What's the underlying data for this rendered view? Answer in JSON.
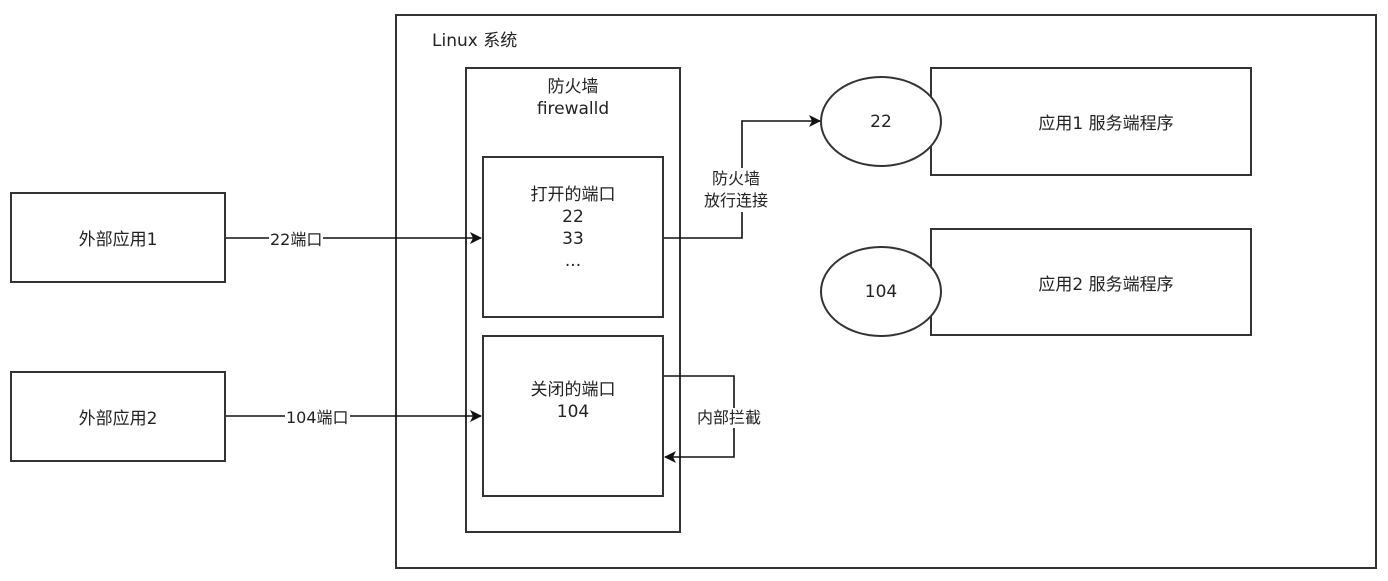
{
  "diagram": {
    "external_apps": [
      {
        "label": "外部应用1",
        "edge_label": "22端口"
      },
      {
        "label": "外部应用2",
        "edge_label": "104端口"
      }
    ],
    "linux_system": {
      "title": "Linux 系统",
      "firewall": {
        "title_line1": "防火墙",
        "title_line2": "firewalld",
        "open_ports": {
          "title": "打开的端口",
          "ports": [
            "22",
            "33",
            "..."
          ]
        },
        "closed_ports": {
          "title": "关闭的端口",
          "ports": [
            "104"
          ]
        }
      },
      "allow_edge_label_line1": "防火墙",
      "allow_edge_label_line2": "放行连接",
      "block_edge_label": "内部拦截",
      "services": [
        {
          "port": "22",
          "label": "应用1 服务端程序"
        },
        {
          "port": "104",
          "label": "应用2 服务端程序"
        }
      ]
    }
  },
  "colors": {
    "stroke": "#333333",
    "text": "#222222",
    "background": "#ffffff"
  }
}
